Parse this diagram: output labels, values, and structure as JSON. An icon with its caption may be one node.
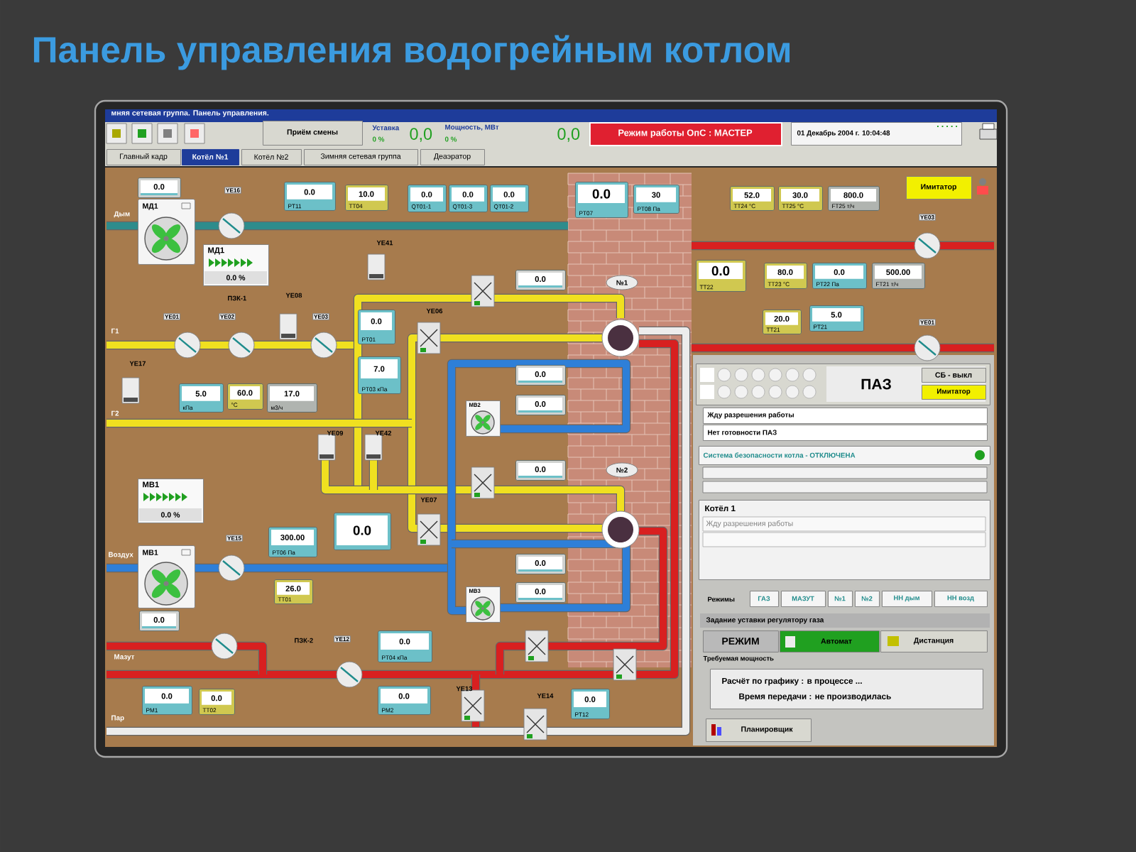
{
  "diagram": {
    "title": "Панель управления водогрейным котлом",
    "nodes": [
      {
        "text": [
          "Приём смены"
        ]
      },
      {
        "text": [
          "Режим работы ОпС : МАСТЕР"
        ]
      },
      {
        "text": [
          "01 Декабрь 2004 г. 10:04:48"
        ]
      },
      {
        "text": [
          "Главный кадр"
        ]
      },
      {
        "text": [
          "Котёл №1"
        ]
      },
      {
        "text": [
          "Котёл №2"
        ]
      },
      {
        "text": [
          "Зимняя сетевая группа"
        ]
      },
      {
        "text": [
          "Деаэратор"
        ]
      },
      {
        "text": [
          "0.0"
        ]
      },
      {
        "text": [
          "МД1"
        ]
      },
      {
        "text": [
          "МД1",
          "0.0 %"
        ]
      },
      {
        "text": [
          "0.0",
          "PT11"
        ]
      },
      {
        "text": [
          "10.0",
          "TT04"
        ]
      },
      {
        "text": [
          "0.0",
          "QT01-1"
        ]
      },
      {
        "text": [
          "0.0",
          "QT01-3"
        ]
      },
      {
        "text": [
          "0.0",
          "QT01-2"
        ]
      },
      {
        "text": [
          "0.0",
          "PT07"
        ]
      },
      {
        "text": [
          "30",
          "PT08 Па"
        ]
      },
      {
        "text": [
          "52.0",
          "TT24 °C"
        ]
      },
      {
        "text": [
          "30.0",
          "TT25 °C"
        ]
      },
      {
        "text": [
          "800.0",
          "FT25 т/ч"
        ]
      },
      {
        "text": [
          "Имитатор"
        ]
      },
      {
        "text": [
          "0.0",
          "TT22"
        ]
      },
      {
        "text": [
          "80.0",
          "TT23 °C"
        ]
      },
      {
        "text": [
          "0.0",
          "PT22 Па"
        ]
      },
      {
        "text": [
          "500.00",
          "FT21 т/ч"
        ]
      },
      {
        "text": [
          "20.0",
          "TT21"
        ]
      },
      {
        "text": [
          "5.0",
          "PT21"
        ]
      },
      {
        "text": [
          "5.0",
          "кПа"
        ]
      },
      {
        "text": [
          "60.0",
          "°C"
        ]
      },
      {
        "text": [
          "17.0",
          "м3/ч"
        ]
      },
      {
        "text": [
          "0.0",
          "PT01"
        ]
      },
      {
        "text": [
          "7.0",
          "PT03 кПа"
        ]
      },
      {
        "text": [
          "0.0"
        ]
      },
      {
        "text": [
          "№1"
        ]
      },
      {
        "text": [
          "0.0"
        ]
      },
      {
        "text": [
          "0.0"
        ]
      },
      {
        "text": [
          "МВ2"
        ]
      },
      {
        "text": [
          "МВ1",
          "0.0 %"
        ]
      },
      {
        "text": [
          "0.0"
        ]
      },
      {
        "text": [
          "300.00",
          "PT06 Па"
        ]
      },
      {
        "text": [
          "26.0",
          "TT01"
        ]
      },
      {
        "text": [
          "МВ1"
        ]
      },
      {
        "text": [
          "0.0"
        ]
      },
      {
        "text": [
          "0.0"
        ]
      },
      {
        "text": [
          "№2"
        ]
      },
      {
        "text": [
          "0.0"
        ]
      },
      {
        "text": [
          "0.0"
        ]
      },
      {
        "text": [
          "МВ3"
        ]
      },
      {
        "text": [
          "0.0",
          "PT04 кПа"
        ]
      },
      {
        "text": [
          "0.0",
          "PM1"
        ]
      },
      {
        "text": [
          "0.0",
          "TT02"
        ]
      },
      {
        "text": [
          "0.0",
          "PM2"
        ]
      },
      {
        "text": [
          "0.0",
          "PT12"
        ]
      },
      {
        "text": [
          "ПАЗ"
        ]
      },
      {
        "text": [
          "СБ - выкл"
        ],
        "in": 54
      },
      {
        "text": [
          "Имитатор"
        ],
        "in": 54
      },
      {
        "text": [
          "Жду разрешения работы"
        ]
      },
      {
        "text": [
          "Нет готовности ПАЗ"
        ]
      },
      {
        "text": [
          "Система безопасности котла - ОТКЛЮЧЕНА"
        ]
      },
      {
        "text": [
          "Котёл 1",
          "Жду разрешения работы"
        ]
      },
      {
        "text": [
          "ГАЗ"
        ]
      },
      {
        "text": [
          "МАЗУТ"
        ]
      },
      {
        "text": [
          "№1"
        ]
      },
      {
        "text": [
          "№2"
        ]
      },
      {
        "text": [
          "НН дым"
        ]
      },
      {
        "text": [
          "НН возд"
        ]
      },
      {
        "text": [
          "РЕЖИМ"
        ]
      },
      {
        "text": [
          "Автомат"
        ]
      },
      {
        "text": [
          "Дистанция"
        ]
      },
      {
        "text": [
          "Расчёт по графику : в процессе ...",
          "Время передачи : не производилась"
        ]
      },
      {
        "text": [
          "Планировщик"
        ]
      }
    ],
    "labels": [
      "мняя сетевая группа. Панель управления.",
      "Уставка",
      "0 %",
      "0,0",
      "Мощность, МВт",
      "0 %",
      "0,0",
      "Дым",
      "YE16",
      "Г1",
      "YE01",
      "ПЗК-1",
      "YE02",
      "YE08",
      "YE03",
      "YE17",
      "Г2",
      "YE41",
      "YE06",
      "YE09",
      "YE42",
      "YE07",
      "Воздух",
      "YE15",
      "Мазут",
      "ПЗК-2",
      "YE12",
      "YE13",
      "YE14",
      "Пар",
      "YE03",
      "YE01",
      "Режимы",
      "Задание уставки регулятору газа",
      "Требуемая мощность"
    ]
  }
}
